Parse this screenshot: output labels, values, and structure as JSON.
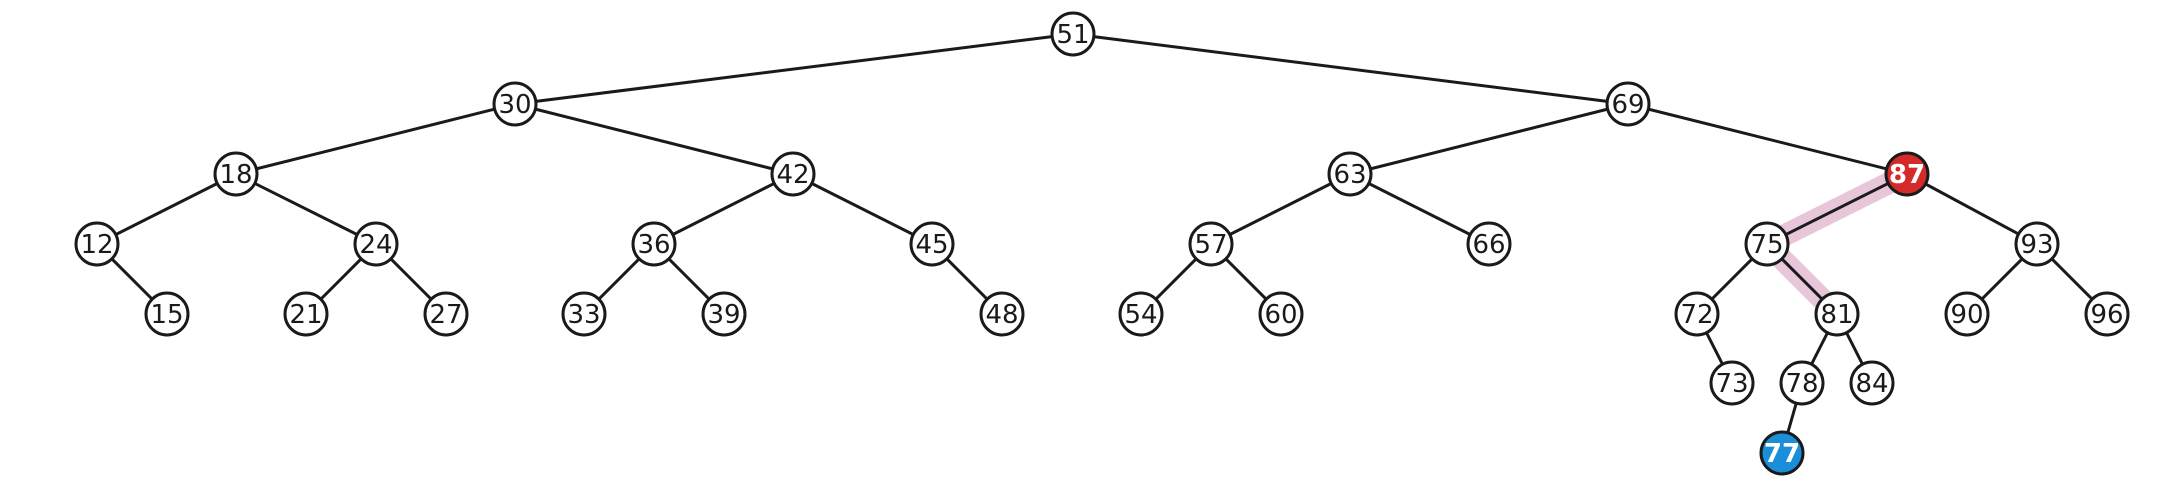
{
  "colors": {
    "node_fill": "#ffffff",
    "node_stroke": "#1a1a1a",
    "text": "#1a1a1a",
    "highlight_node": "#d42a2a",
    "new_node": "#1a8ed8",
    "path_highlight": "#e6c6d8"
  },
  "highlighted_path": [
    "87",
    "75",
    "81"
  ],
  "nodes": [
    {
      "id": "51",
      "label": "51",
      "parent": null
    },
    {
      "id": "30",
      "label": "30",
      "parent": "51"
    },
    {
      "id": "69",
      "label": "69",
      "parent": "51"
    },
    {
      "id": "18",
      "label": "18",
      "parent": "30"
    },
    {
      "id": "42",
      "label": "42",
      "parent": "30"
    },
    {
      "id": "63",
      "label": "63",
      "parent": "69"
    },
    {
      "id": "87",
      "label": "87",
      "parent": "69",
      "style": "highlight"
    },
    {
      "id": "12",
      "label": "12",
      "parent": "18"
    },
    {
      "id": "24",
      "label": "24",
      "parent": "18"
    },
    {
      "id": "36",
      "label": "36",
      "parent": "42"
    },
    {
      "id": "45",
      "label": "45",
      "parent": "42"
    },
    {
      "id": "57",
      "label": "57",
      "parent": "63"
    },
    {
      "id": "66",
      "label": "66",
      "parent": "63"
    },
    {
      "id": "75",
      "label": "75",
      "parent": "87"
    },
    {
      "id": "93",
      "label": "93",
      "parent": "87"
    },
    {
      "id": "15",
      "label": "15",
      "parent": "12"
    },
    {
      "id": "21",
      "label": "21",
      "parent": "24"
    },
    {
      "id": "27",
      "label": "27",
      "parent": "24"
    },
    {
      "id": "33",
      "label": "33",
      "parent": "36"
    },
    {
      "id": "39",
      "label": "39",
      "parent": "36"
    },
    {
      "id": "48",
      "label": "48",
      "parent": "45"
    },
    {
      "id": "54",
      "label": "54",
      "parent": "57"
    },
    {
      "id": "60",
      "label": "60",
      "parent": "57"
    },
    {
      "id": "72",
      "label": "72",
      "parent": "75"
    },
    {
      "id": "81",
      "label": "81",
      "parent": "75"
    },
    {
      "id": "90",
      "label": "90",
      "parent": "93"
    },
    {
      "id": "96",
      "label": "96",
      "parent": "93"
    },
    {
      "id": "73",
      "label": "73",
      "parent": "72"
    },
    {
      "id": "78",
      "label": "78",
      "parent": "81"
    },
    {
      "id": "84",
      "label": "84",
      "parent": "81"
    },
    {
      "id": "77",
      "label": "77",
      "parent": "78",
      "style": "new"
    }
  ]
}
